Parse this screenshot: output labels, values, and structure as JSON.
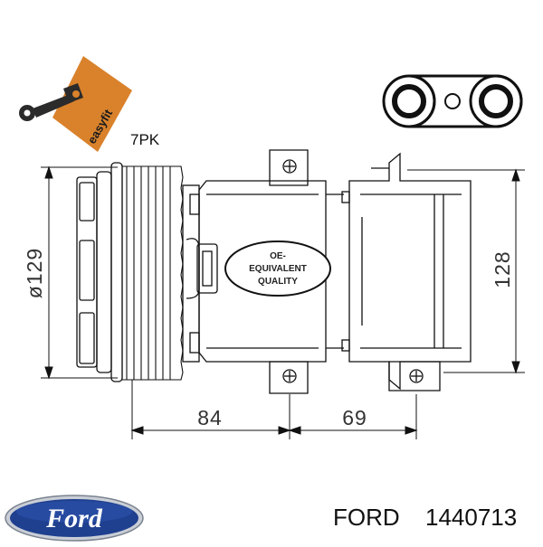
{
  "logo": {
    "brand": "easyfit",
    "colors": {
      "badge_orange": "#d9822b",
      "icon": "#2b2b2b"
    }
  },
  "belt_label": "7PK",
  "dimensions": {
    "diameter": "ø129",
    "height": "128",
    "length_front": "84",
    "length_rear": "69"
  },
  "quality_badge": {
    "line1": "OE-",
    "line2": "EQUIVALENT",
    "line3": "QUALITY"
  },
  "ford_logo": {
    "text": "Ford",
    "colors": {
      "oval_blue": "#1f3f8f",
      "rim": "#c9ced6"
    }
  },
  "part": {
    "brand": "FORD",
    "number": "1440713"
  }
}
